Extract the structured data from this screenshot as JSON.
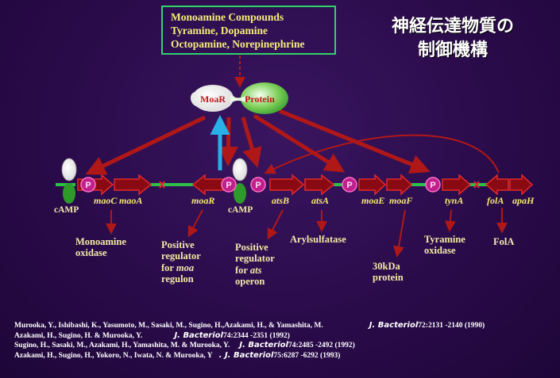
{
  "compounds_box": {
    "line1": "Monoamine Compounds",
    "line2": "Tyramine, Dopamine",
    "line3": "Octopamine, Norepinephrine"
  },
  "title_jp": {
    "line1": "神経伝達物質の",
    "line2": "制御機構"
  },
  "regulator": {
    "left": "MoaR",
    "right": "Protein"
  },
  "promoter_label": "P",
  "genes": {
    "maoC": "maoC",
    "maoA": "maoA",
    "moaR": "moaR",
    "atsB": "atsB",
    "atsA": "atsA",
    "moaE": "moaE",
    "moaF": "moaF",
    "tynA": "tynA",
    "folA": "folA",
    "apaH": "apaH"
  },
  "camp": {
    "left": "cAMP",
    "right": "cAMP"
  },
  "products": {
    "monoamine_oxidase": "Monoamine\noxidase",
    "positive_regulator_moa_l1": "Positive\nregulator\nfor ",
    "positive_regulator_moa_gene": "moa",
    "positive_regulator_moa_l2": "regulon",
    "positive_regulator_ats_l1": "Positive\nregulator\nfor ",
    "positive_regulator_ats_gene": "ats",
    "positive_regulator_ats_l2": "operon",
    "arylsulfatase": "Arylsulfatase",
    "protein_30kda": "30kDa\nprotein",
    "tyramine_oxidase": "Tyramine\noxidase",
    "fola": "FolA"
  },
  "references": [
    {
      "authors": "Murooka, Y., Ishibashi, K., Yasumoto, M., Sasaki, M., Sugino, H.,Azakami, H., & Yamashita, M.",
      "journal": "J. Bacteriol",
      "citation": "72:2131 -2140 (1990)"
    },
    {
      "authors": "Azakami, H., Sugino, H. & Murooka, Y.",
      "journal": "J. Bacteriol",
      "citation": "74:2344 -2351 (1992)"
    },
    {
      "authors": "Sugino, H., Sasaki, M.,    Azakami, H., Yamashita, M. & Murooka, Y.",
      "journal": "J. Bacteriol",
      "citation": "74:2485 -2492 (1992)"
    },
    {
      "authors": "Azakami, H., Sugino, H., Yokoro, N., Iwata, N. & Murooka, Y",
      "journal": ". J. Bacteriol",
      "citation": "75:6287 -6292 (1993)"
    }
  ],
  "colors": {
    "arrow_red": "#b01818",
    "gene_arrow": "#c0141c",
    "dna_green": "#2fbf4a",
    "promoter_magenta": "#c0208c",
    "activation_cyan": "#2ab0e8",
    "text_yellow": "#f5e96e"
  }
}
